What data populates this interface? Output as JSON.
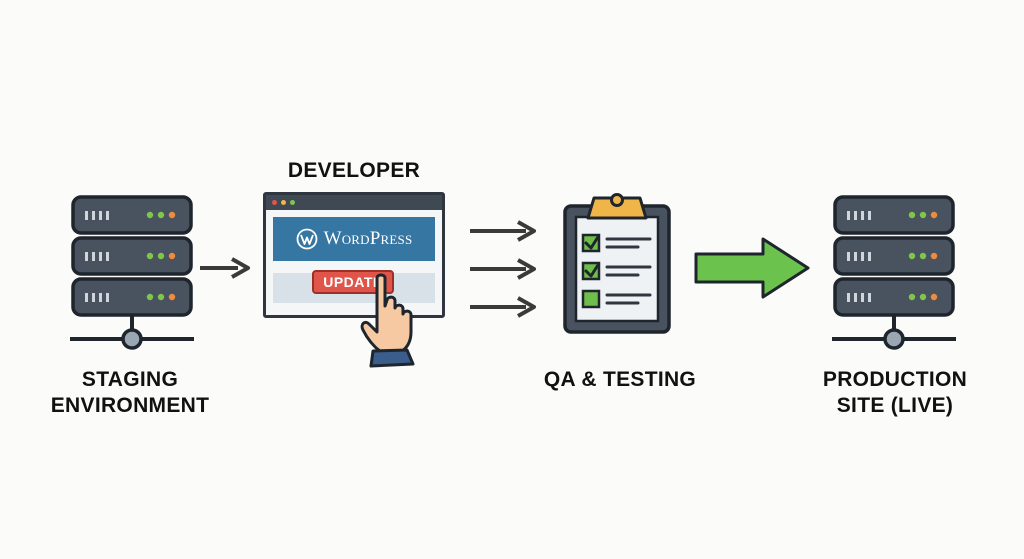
{
  "nodes": {
    "staging": {
      "line1": "STAGING",
      "line2": "ENVIRONMENT"
    },
    "developer": {
      "title": "DEVELOPER",
      "brand": "WordPress",
      "button": "UPDATE"
    },
    "qa": {
      "title": "QA & TESTING"
    },
    "production": {
      "line1": "PRODUCTION",
      "line2": "SITE (LIVE)"
    }
  },
  "colors": {
    "server_body": "#49535f",
    "server_outline": "#1e252d",
    "wp_blue": "#3576a3",
    "update_red": "#e0554a",
    "led_green": "#7fc64a",
    "led_orange": "#f08a3c",
    "check_green": "#6fbd4a",
    "clip_gold": "#f0b548",
    "arrow_green": "#6bc24d",
    "arrow_dark": "#3a3a3a"
  },
  "icons": [
    "server-icon",
    "browser-window-icon",
    "hand-pointer-icon",
    "clipboard-checklist-icon",
    "arrow-right-icon"
  ]
}
